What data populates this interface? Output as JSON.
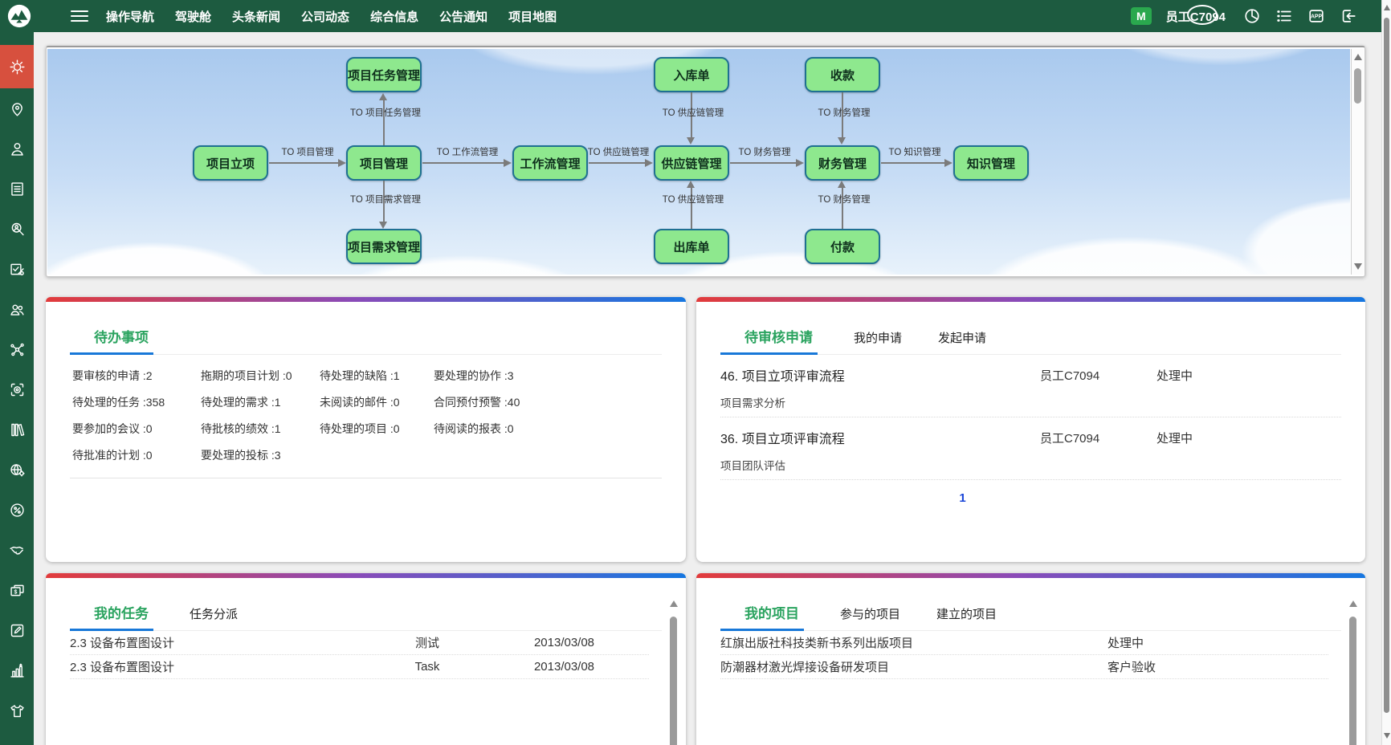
{
  "topbar": {
    "nav_items": [
      "操作导航",
      "驾驶舱",
      "头条新闻",
      "公司动态",
      "综合信息",
      "公告通知",
      "项目地图"
    ],
    "badge": "M",
    "username": "员工C7094",
    "app_label": "APP"
  },
  "sidebar": {
    "icons": [
      "gear",
      "location-pin",
      "user",
      "document",
      "user-search",
      "form-check",
      "user-group",
      "network",
      "target-scan",
      "books",
      "globe-gear",
      "percent",
      "handshake",
      "money",
      "edit",
      "bar-chart",
      "t-shirt"
    ]
  },
  "flow": {
    "nodes": [
      {
        "label": "项目立项"
      },
      {
        "label": "项目管理"
      },
      {
        "label": "工作流管理"
      },
      {
        "label": "供应链管理"
      },
      {
        "label": "财务管理"
      },
      {
        "label": "知识管理"
      },
      {
        "label": "项目任务管理"
      },
      {
        "label": "入库单"
      },
      {
        "label": "收款"
      },
      {
        "label": "项目需求管理"
      },
      {
        "label": "出库单"
      },
      {
        "label": "付款"
      }
    ],
    "edges": [
      {
        "from": "项目立项",
        "to": "项目管理",
        "label": "TO 项目管理"
      },
      {
        "from": "项目管理",
        "to": "工作流管理",
        "label": "TO 工作流管理"
      },
      {
        "from": "工作流管理",
        "to": "供应链管理",
        "label": "TO 供应链管理"
      },
      {
        "from": "供应链管理",
        "to": "财务管理",
        "label": "TO 财务管理"
      },
      {
        "from": "财务管理",
        "to": "知识管理",
        "label": "TO 知识管理"
      },
      {
        "from": "项目管理",
        "to": "项目任务管理",
        "label": "TO 项目任务管理"
      },
      {
        "from": "项目管理",
        "to": "项目需求管理",
        "label": "TO 项目需求管理"
      },
      {
        "from": "入库单",
        "to": "供应链管理",
        "label": "TO 供应链管理"
      },
      {
        "from": "出库单",
        "to": "供应链管理",
        "label": "TO 供应链管理"
      },
      {
        "from": "收款",
        "to": "财务管理",
        "label": "TO 财务管理"
      },
      {
        "from": "付款",
        "to": "财务管理",
        "label": "TO 财务管理"
      }
    ]
  },
  "todo": {
    "title": "待办事项",
    "items": [
      {
        "label": "要审核的申请",
        "count": " :2"
      },
      {
        "label": "拖期的项目计划",
        "count": " :0"
      },
      {
        "label": "待处理的缺陷",
        "count": " :1"
      },
      {
        "label": "要处理的协作",
        "count": " :3"
      },
      {
        "label": "待处理的任务",
        "count": " :358"
      },
      {
        "label": "待处理的需求",
        "count": " :1"
      },
      {
        "label": "未阅读的邮件",
        "count": " :0"
      },
      {
        "label": "合同预付预警",
        "count": " :40"
      },
      {
        "label": "要参加的会议",
        "count": " :0"
      },
      {
        "label": "待批核的绩效",
        "count": " :1"
      },
      {
        "label": "待处理的项目",
        "count": " :0"
      },
      {
        "label": "待阅读的报表",
        "count": " :0"
      },
      {
        "label": "待批准的计划",
        "count": " :0"
      },
      {
        "label": "要处理的投标",
        "count": " :3"
      }
    ]
  },
  "approvals": {
    "tabs": [
      "待审核申请",
      "我的申请",
      "发起申请"
    ],
    "items": [
      {
        "title": "46. 项目立项评审流程",
        "subtitle": "项目需求分析",
        "user": "员工C7094",
        "status": "处理中"
      },
      {
        "title": "36. 项目立项评审流程",
        "subtitle": "项目团队评估",
        "user": "员工C7094",
        "status": "处理中"
      }
    ],
    "page": "1"
  },
  "tasks": {
    "tabs": [
      "我的任务",
      "任务分派"
    ],
    "rows": [
      {
        "name": "2.3 设备布置图设计",
        "type": "测试",
        "date": "2013/03/08"
      },
      {
        "name": "2.3 设备布置图设计",
        "type": "Task",
        "date": "2013/03/08"
      }
    ]
  },
  "projects": {
    "tabs": [
      "我的项目",
      "参与的项目",
      "建立的项目"
    ],
    "rows": [
      {
        "name": "红旗出版社科技类新书系列出版项目",
        "status": "处理中"
      },
      {
        "name": "防潮器材激光焊接设备研发项目",
        "status": "客户验收"
      }
    ]
  },
  "colors": {
    "navbar_green": "#1d5b40",
    "active_sidebar_red": "#d7503e",
    "badge_green": "#2aa84e",
    "node_fill": "#8ee88e",
    "node_border": "#1f7092",
    "title_green": "#2aa35f",
    "tab_underline_blue": "#1878d8",
    "card_gradient_left": "#e23b3b",
    "card_gradient_mid": "#8a4bb8",
    "card_gradient_right": "#1677e0",
    "pager_blue": "#1a46d8"
  }
}
